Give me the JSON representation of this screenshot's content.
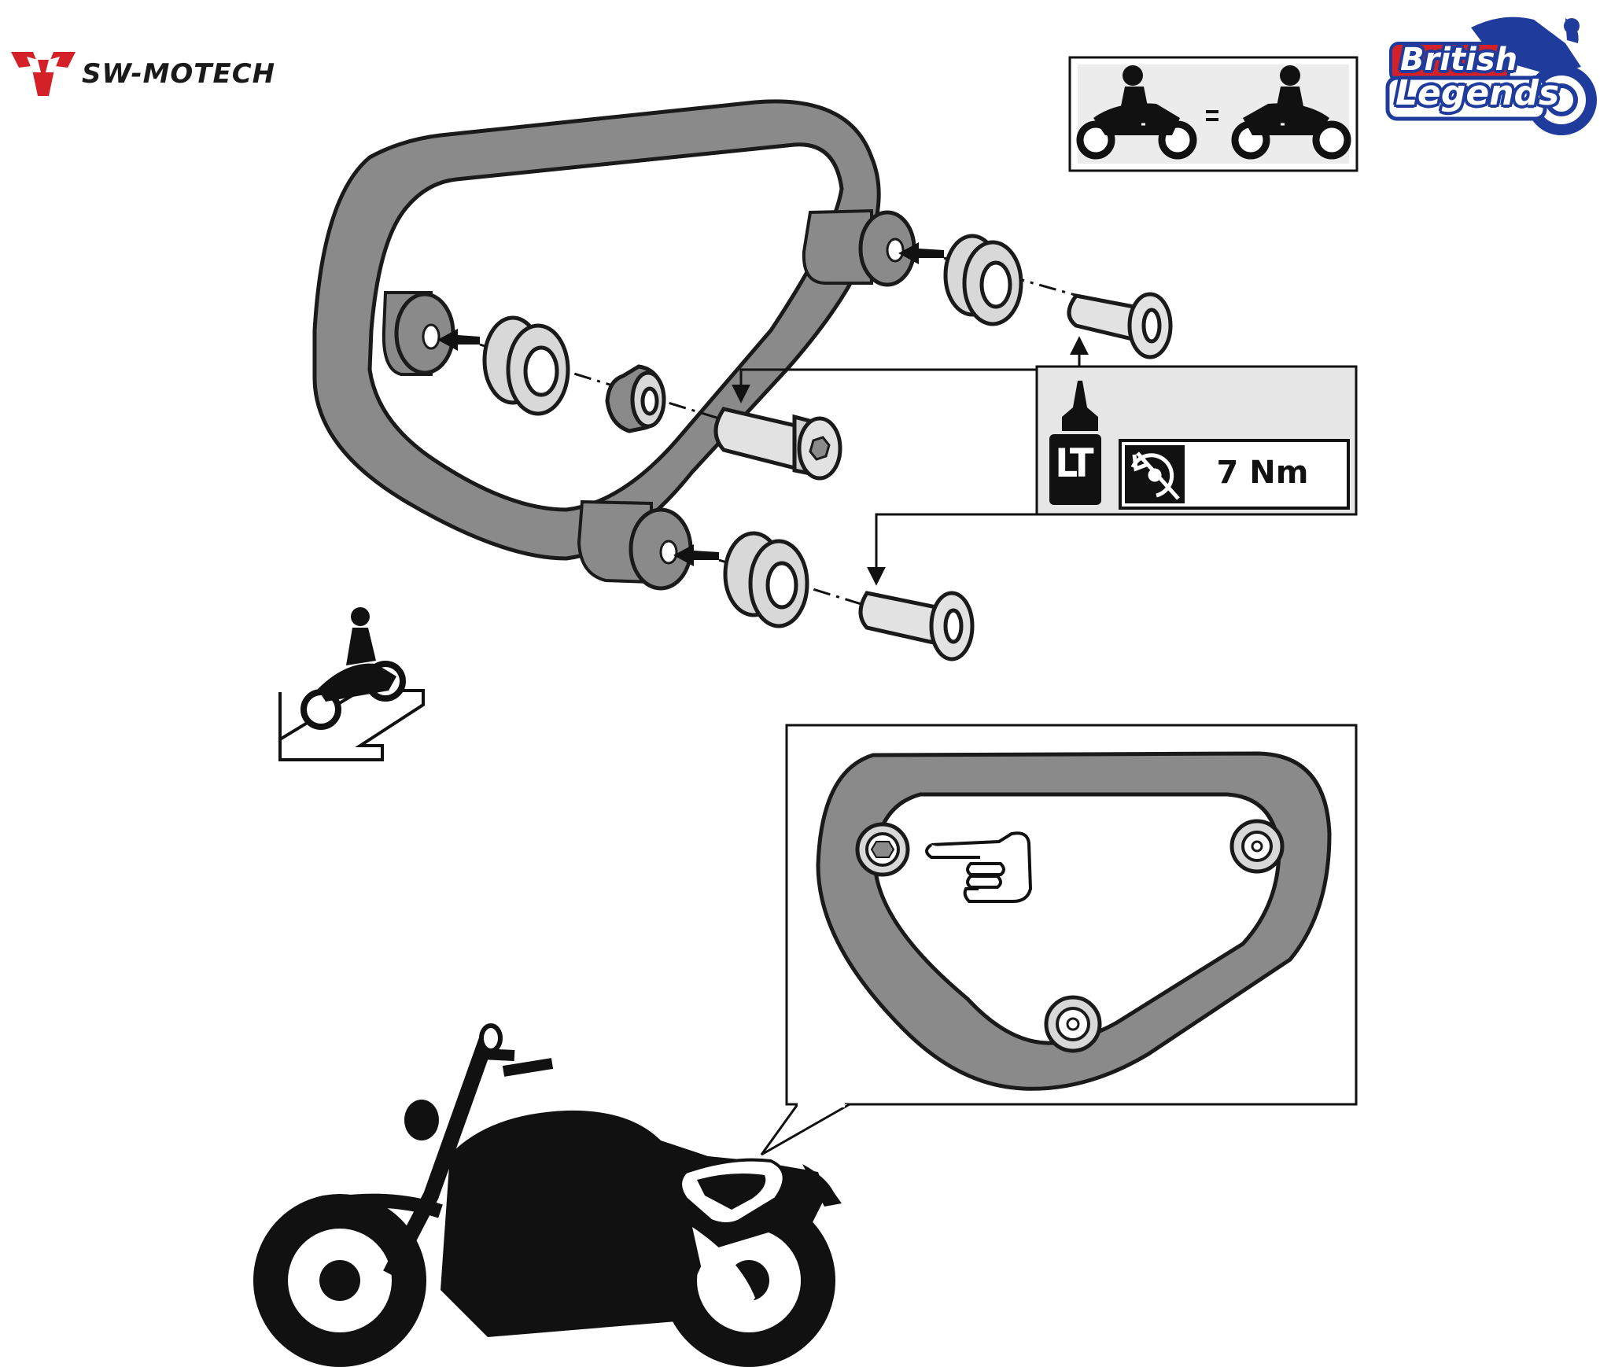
{
  "brands": {
    "left_logo_text": "SW-MOTECH",
    "right_logo_line1": "British",
    "right_logo_line2": "Legends"
  },
  "torque_box": {
    "threadlocker_label": "LT",
    "torque_value": "7 Nm"
  },
  "icons": {
    "left_brand": "sw-motech-logo-icon",
    "right_brand": "british-legends-logo-icon",
    "symmetry": "left-equals-right-motorcycle-icon",
    "riding_direction": "rider-direction-left-icon",
    "threadlocker": "threadlocker-bottle-icon",
    "torque": "torque-wrench-icon",
    "pointing_hand": "pointing-hand-icon",
    "motorcycle": "motorcycle-silhouette-icon"
  },
  "colors": {
    "frame_fill": "#808080",
    "frame_stroke": "#1a1a1a",
    "part_light": "#d8d8d8",
    "box_grey": "#e6e6e6",
    "brand_red": "#d42027",
    "brand_blue": "#1f3c9c"
  }
}
